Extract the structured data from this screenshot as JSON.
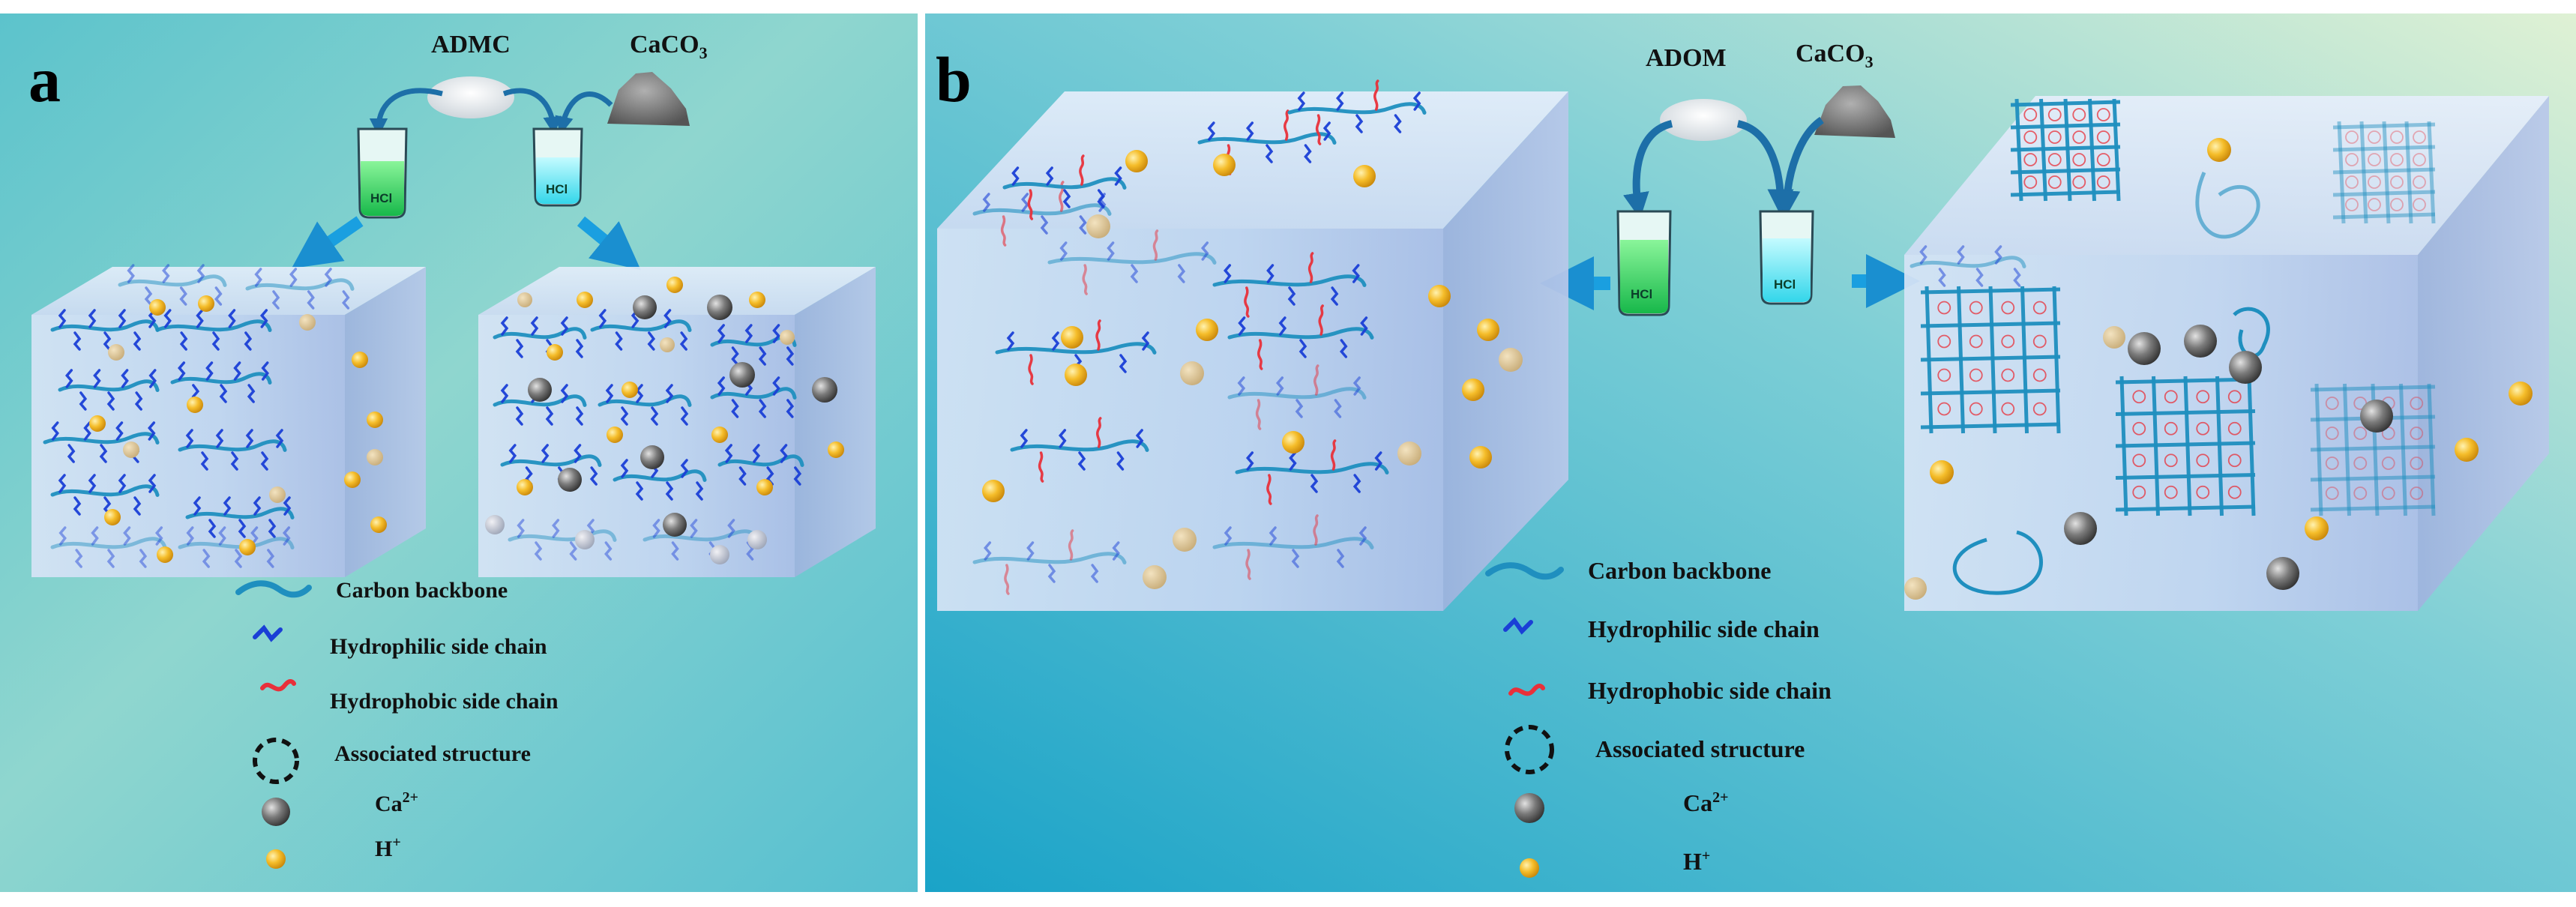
{
  "panel_a": {
    "label": "a",
    "reagent_left": "ADMC",
    "reagent_right": "CaCO",
    "reagent_right_sub": "3",
    "beaker_left": "HCl",
    "beaker_right": "HCl",
    "legend": {
      "carbon": "Carbon backbone",
      "hydrophilic": "Hydrophilic side chain",
      "hydrophobic": "Hydrophobic side chain",
      "associated": "Associated structure",
      "ca_base": "Ca",
      "ca_sup": "2+",
      "h_base": "H",
      "h_sup": "+"
    }
  },
  "panel_b": {
    "label": "b",
    "reagent_left": "ADOM",
    "reagent_right": "CaCO",
    "reagent_right_sub": "3",
    "beaker_left": "HCl",
    "beaker_right": "HCl",
    "legend": {
      "carbon": "Carbon backbone",
      "hydrophilic": "Hydrophilic side chain",
      "hydrophobic": "Hydrophobic side chain",
      "associated": "Associated structure",
      "ca_base": "Ca",
      "ca_sup": "2+",
      "h_base": "H",
      "h_sup": "+"
    }
  },
  "colors": {
    "carbon_backbone": "#1f8fbf",
    "hydrophilic": "#1a3fd6",
    "hydrophobic": "#e8303a",
    "ca_ion": "#6a6a6a",
    "h_ion": "#f2b21c",
    "hcl_green": "#2fd35a",
    "hcl_cyan": "#3fe0f0"
  }
}
